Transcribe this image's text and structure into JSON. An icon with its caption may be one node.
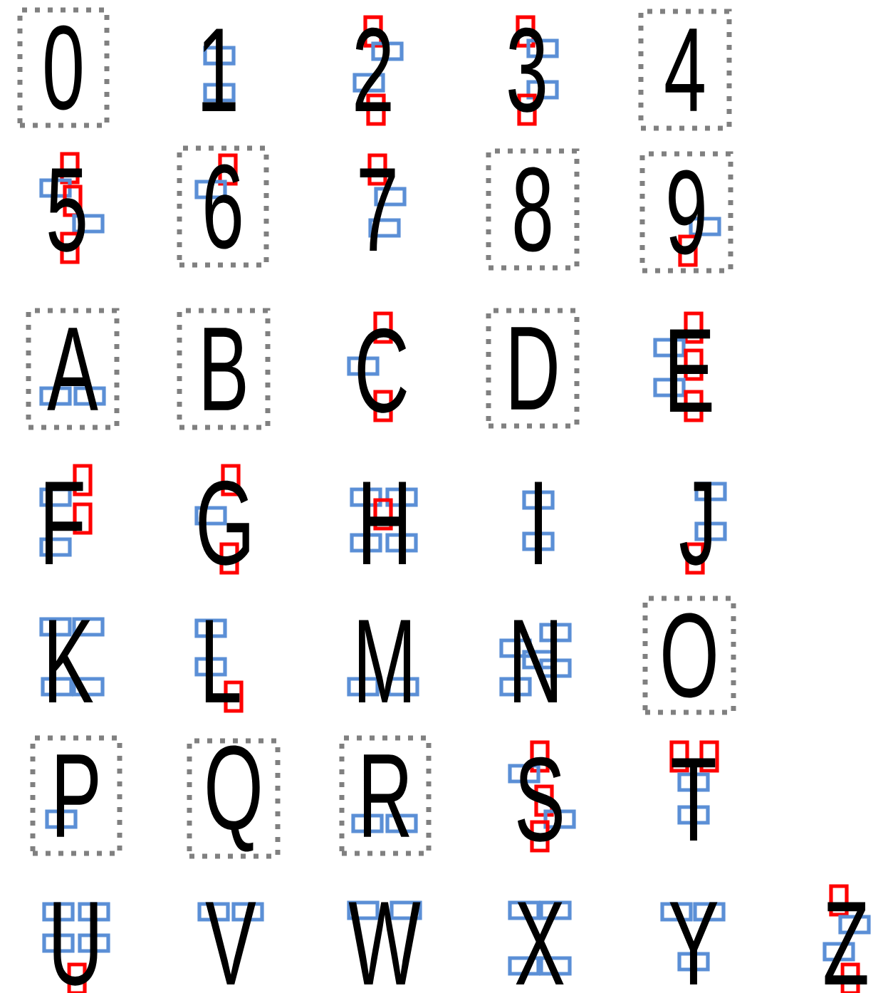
{
  "diagram": {
    "nodes": [
      {
        "text": [
          "0"
        ]
      },
      {
        "text": [
          "4"
        ]
      },
      {
        "text": [
          "6"
        ]
      },
      {
        "text": [
          "8"
        ]
      },
      {
        "text": [
          "9"
        ]
      },
      {
        "text": [
          "A"
        ]
      },
      {
        "text": [
          "B"
        ]
      },
      {
        "text": [
          "D"
        ]
      },
      {
        "text": [
          "O"
        ]
      },
      {
        "text": [
          "P"
        ]
      },
      {
        "text": [
          "Q"
        ]
      },
      {
        "text": [
          "R"
        ]
      }
    ],
    "labels": [
      "1",
      "2",
      "3",
      "5",
      "7",
      "C",
      "E",
      "F",
      "G",
      "H",
      "I",
      "J",
      "K",
      "L",
      "M",
      "N",
      "S",
      "T",
      "U",
      "V",
      "W",
      "X",
      "Y",
      "Z"
    ]
  }
}
